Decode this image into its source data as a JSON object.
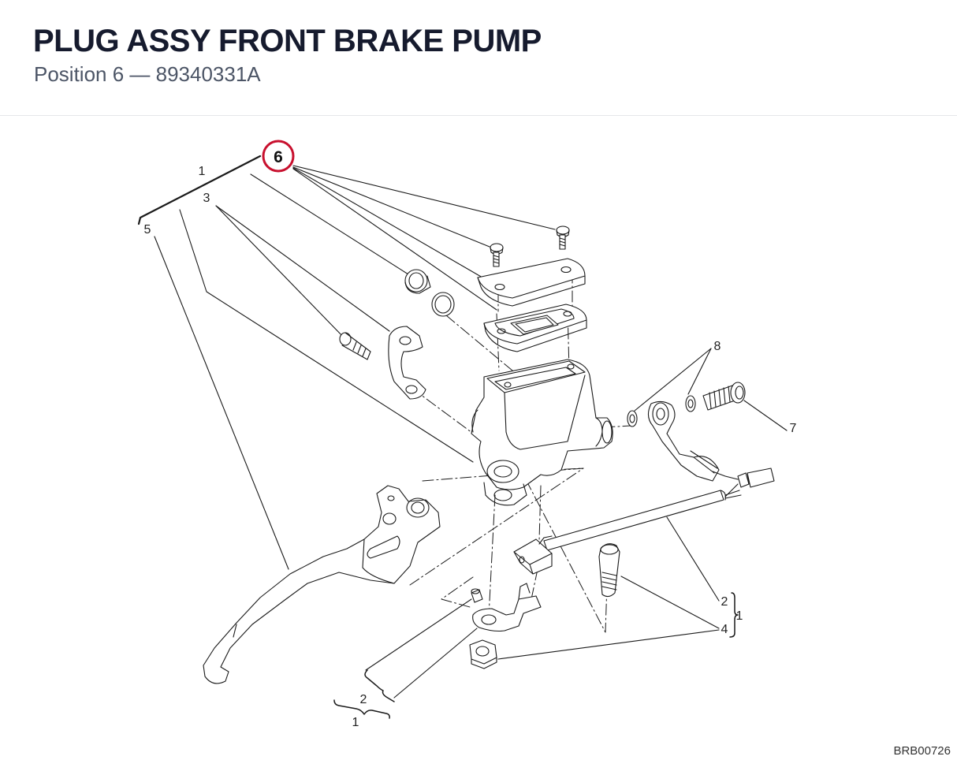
{
  "header": {
    "title": "PLUG ASSY FRONT BRAKE PUMP",
    "position_label": "Position 6",
    "separator": "—",
    "part_number": "89340331A",
    "subtitle": "Position 6 — 89340331A"
  },
  "diagram": {
    "highlighted_callout": "6",
    "highlight_color": "#c8102e",
    "callouts": {
      "c1_top": "1",
      "c3": "3",
      "c5": "5",
      "c8": "8",
      "c7": "7",
      "c2_right": "2",
      "c4_right": "4",
      "c1_right": "1",
      "c2_bottom": "2",
      "c1_bottom": "1"
    }
  },
  "footer": {
    "drawing_code": "BRB00726"
  }
}
